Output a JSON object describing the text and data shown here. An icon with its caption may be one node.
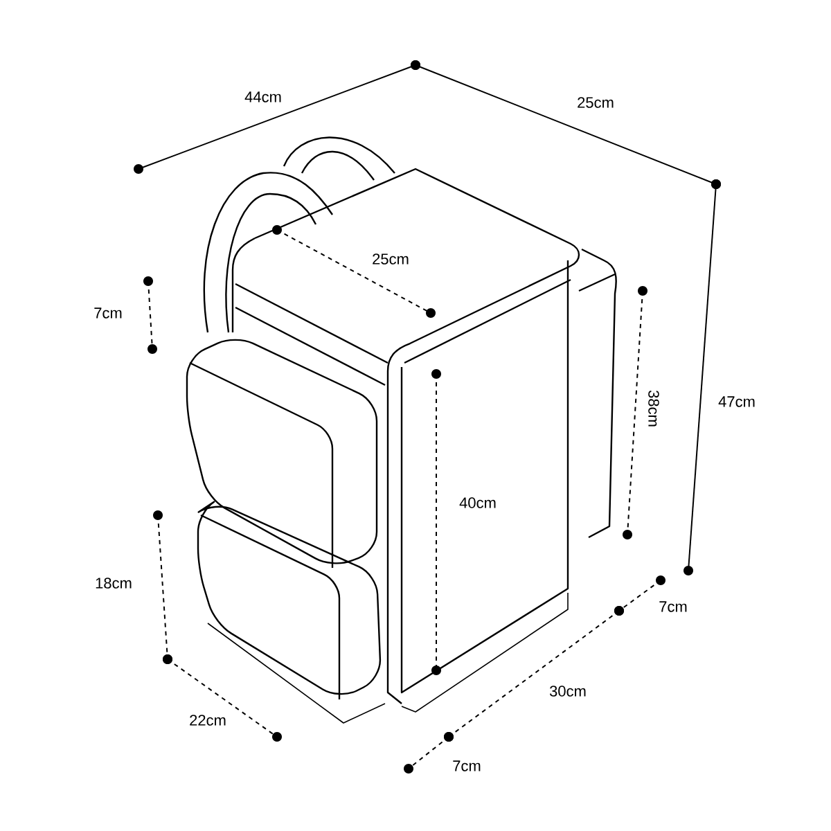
{
  "diagram": {
    "labels": [
      "44cm",
      "25cm",
      "25cm",
      "7cm",
      "38cm",
      "47cm",
      "40cm",
      "18cm",
      "7cm",
      "30cm",
      "22cm",
      "7cm"
    ]
  }
}
